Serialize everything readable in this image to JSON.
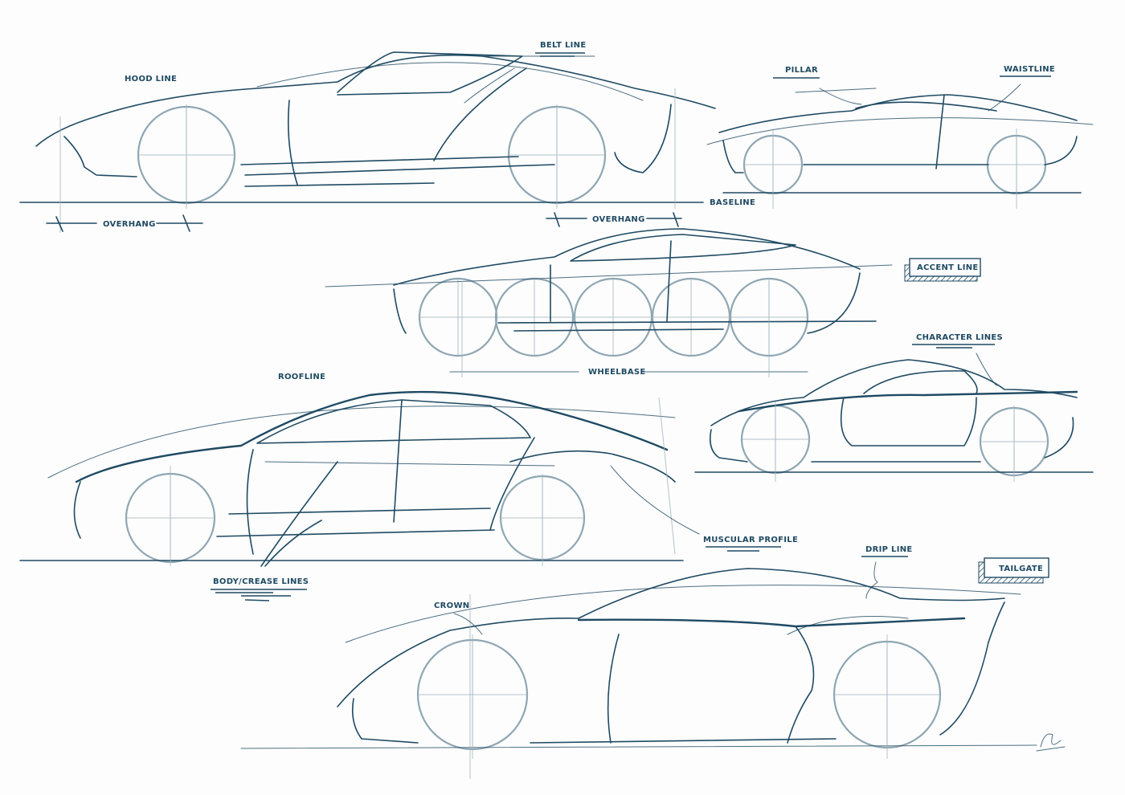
{
  "labels": {
    "hood_line": "HOOD LINE",
    "belt_line": "BELT LINE",
    "pillar": "PILLAR",
    "waistline": "WAISTLINE",
    "baseline": "BASELINE",
    "overhang_front": "OVERHANG",
    "overhang_rear": "OVERHANG",
    "accent_line": "ACCENT LINE",
    "character_lines": "CHARACTER LINES",
    "wheelbase": "WHEELBASE",
    "roofline": "ROOFLINE",
    "muscular_profile": "MUSCULAR PROFILE",
    "drip_line": "DRIP LINE",
    "tailgate": "TAILGATE",
    "body_crease_lines": "BODY/CREASE LINES",
    "crown": "CROWN"
  },
  "colors": {
    "ink": "#1f4a63",
    "wheel": "#8fa6b3"
  }
}
